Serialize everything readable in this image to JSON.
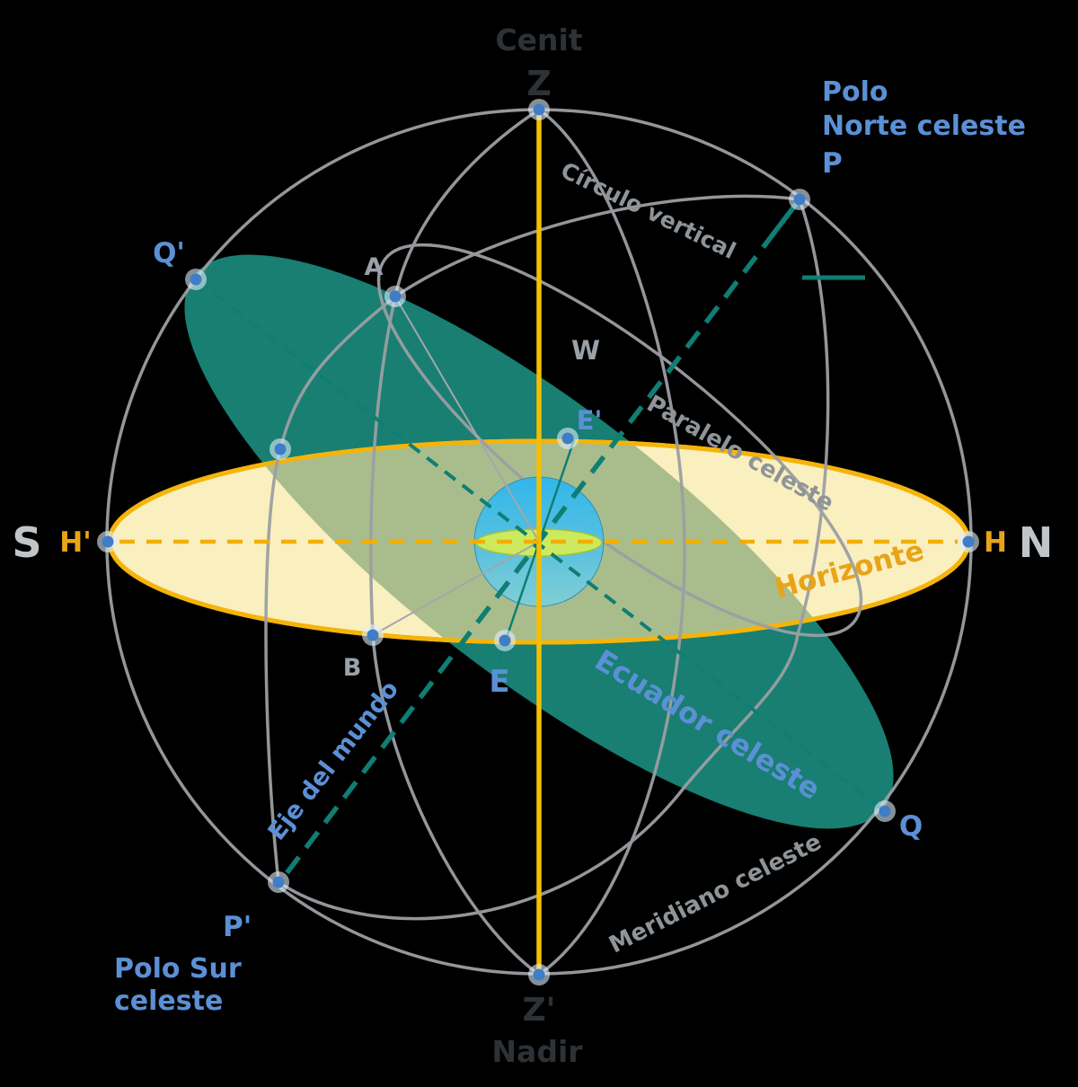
{
  "background_color": "#000000",
  "diagram": {
    "zenith": {
      "label": "Cenit",
      "symbol": "Z"
    },
    "nadir": {
      "label": "Nadir",
      "symbol": "Z'"
    },
    "poles": {
      "north": {
        "line1": "Polo",
        "line2": "Norte celeste",
        "symbol": "P"
      },
      "south": {
        "line1": "Polo Sur",
        "line2": "celeste",
        "symbol": "P'"
      }
    },
    "cardinals": {
      "south": "S",
      "north": "N",
      "west": "W",
      "east": "E"
    },
    "horizon": {
      "label": "Horizonte",
      "left_point": "H'",
      "right_point": "H"
    },
    "equator": {
      "label": "Ecuador celeste",
      "upper_point": "Q'",
      "lower_point": "Q",
      "east_prime": "E'"
    },
    "world_axis": {
      "label": "Eje del mundo"
    },
    "great_circles": {
      "meridian": "Meridiano celeste",
      "parallel": "Paralelo celeste",
      "vertical": "Círculo vertical"
    },
    "star_points": {
      "a": "A",
      "b": "B"
    },
    "colors": {
      "horizon_fill": "#faefbe",
      "horizon_stroke": "#f5b40a",
      "equator_fill": "#187f72",
      "overlap_fill": "#a9bd8c",
      "axis_yellow": "#f5be00",
      "teal_line": "#0f7e74",
      "circle_gray": "#9b9fa3",
      "label_blue": "#5b90d6",
      "label_orange": "#efa30c",
      "label_gray_dark": "#2e3236",
      "label_gray_light": "#c2c5c7",
      "point_blue": "#3f7dc9",
      "sphere_blue": "#35baec",
      "sphere_disc_green": "#cdea5f"
    }
  }
}
